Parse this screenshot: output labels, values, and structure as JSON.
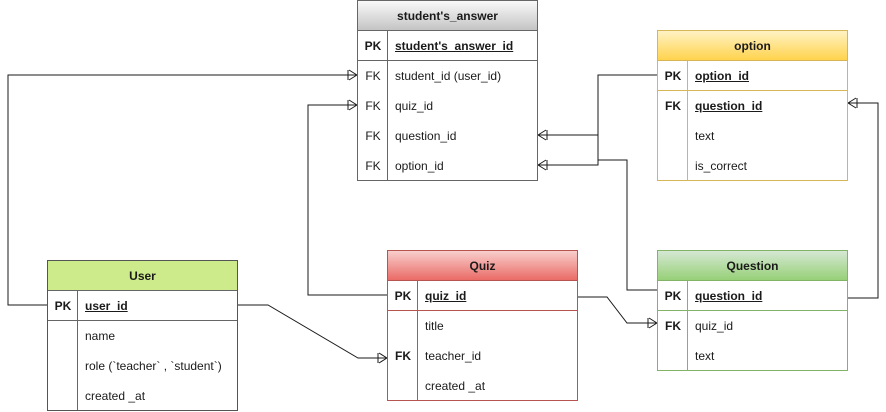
{
  "entities": {
    "students_answer": {
      "title": "student's_answer",
      "rows": [
        {
          "key": "PK",
          "name": "student's_answer_id"
        },
        {
          "key": "FK",
          "name": "student_id (user_id)"
        },
        {
          "key": "FK",
          "name": "quiz_id"
        },
        {
          "key": "FK",
          "name": "question_id"
        },
        {
          "key": "FK",
          "name": "option_id"
        }
      ]
    },
    "option": {
      "title": "option",
      "rows": [
        {
          "key": "PK",
          "name": "option_id"
        },
        {
          "key": "FK",
          "name": "question_id"
        },
        {
          "key": "",
          "name": "text"
        },
        {
          "key": "",
          "name": "is_correct"
        }
      ]
    },
    "user": {
      "title": "User",
      "rows": [
        {
          "key": "PK",
          "name": "user_id"
        },
        {
          "key": "",
          "name": "name"
        },
        {
          "key": "",
          "name": "role (`teacher` , `student`)"
        },
        {
          "key": "",
          "name": "created _at"
        }
      ]
    },
    "quiz": {
      "title": "Quiz",
      "rows": [
        {
          "key": "PK",
          "name": "quiz_id"
        },
        {
          "key": "",
          "name": "title"
        },
        {
          "key": "FK",
          "name": "teacher_id"
        },
        {
          "key": "",
          "name": "created _at"
        }
      ]
    },
    "question": {
      "title": "Question",
      "rows": [
        {
          "key": "PK",
          "name": "question_id"
        },
        {
          "key": "FK",
          "name": "quiz_id"
        },
        {
          "key": "",
          "name": "text"
        }
      ]
    }
  },
  "colors": {
    "line": "#1a1a1a",
    "option_accent": "#d6b656",
    "user_header": "#cdeb8b",
    "quiz_accent": "#b85450",
    "question_accent": "#82b366"
  }
}
